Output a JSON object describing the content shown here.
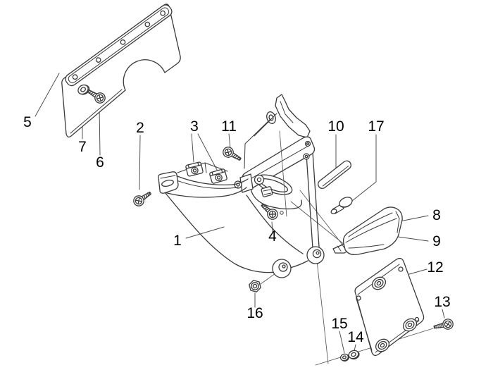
{
  "figure": {
    "kind": "exploded-parts-diagram",
    "background_color": "#ffffff",
    "line_color": "#3a3a3a",
    "leader_color": "#4a4a4a",
    "label_color": "#000000",
    "callouts": {
      "c1": "1",
      "c2": "2",
      "c3": "3",
      "c4": "4",
      "c5": "5",
      "c6": "6",
      "c7": "7",
      "c8": "8",
      "c9": "9",
      "c10": "10",
      "c11": "11",
      "c12": "12",
      "c13": "13",
      "c14": "14",
      "c15": "15",
      "c16": "16",
      "c17": "17"
    }
  }
}
